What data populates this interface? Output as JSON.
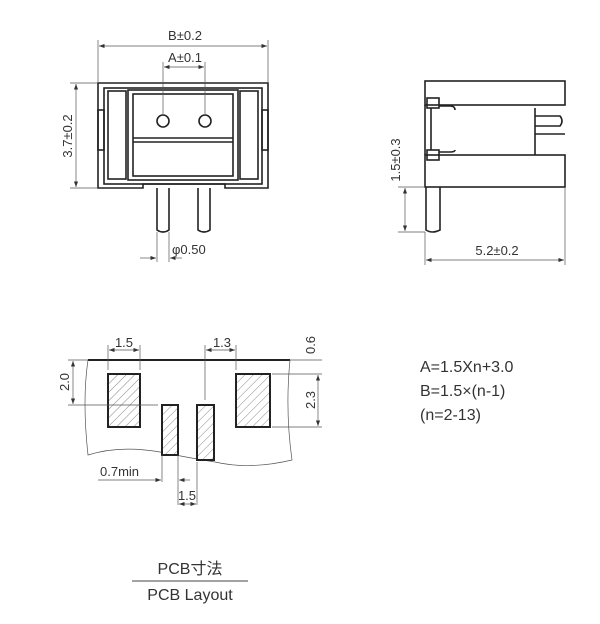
{
  "front_view": {
    "b_dim": "B±0.2",
    "a_dim": "A±0.1",
    "height_dim": "3.7±0.2",
    "pin_dim": "φ0.50"
  },
  "side_view": {
    "pin_dim": "1.5±0.3",
    "depth_dim": "5.2±0.2"
  },
  "pcb_layout": {
    "pad_width": "1.5",
    "offset": "1.3",
    "top_gap": "0.6",
    "pad_height": "2.3",
    "left_height": "2.0",
    "slot_min": "0.7min",
    "slot_pitch": "1.5"
  },
  "formulas": [
    "A=1.5Xn+3.0",
    "B=1.5×(n-1)",
    "(n=2-13)"
  ],
  "caption": {
    "chinese": "PCB寸法",
    "english": "PCB Layout"
  }
}
